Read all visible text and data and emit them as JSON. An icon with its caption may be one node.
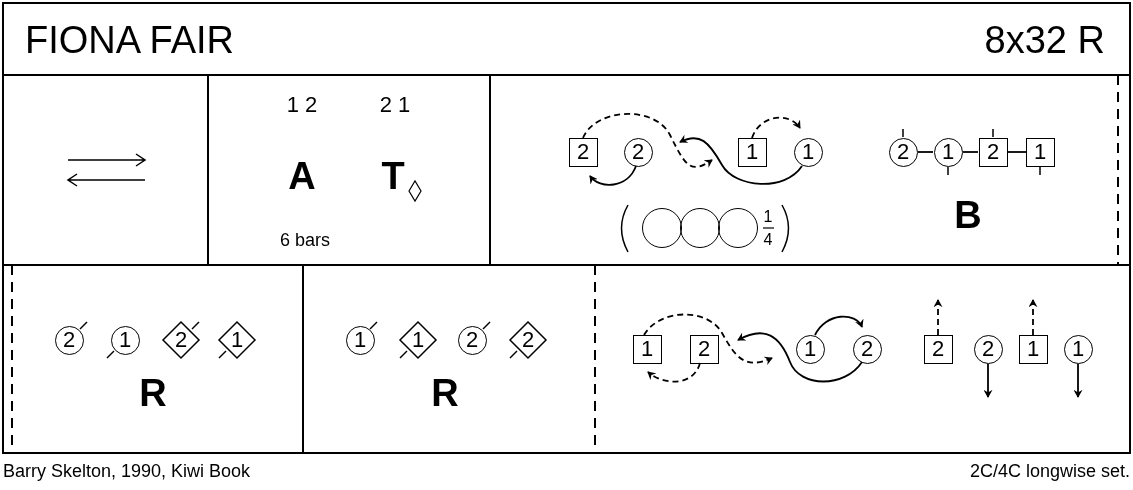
{
  "diagram": {
    "title": "FIONA FAIR",
    "nodes": [
      {
        "text": [
          "2"
        ]
      },
      {
        "text": [
          "2"
        ]
      },
      {
        "text": [
          "1"
        ]
      },
      {
        "text": [
          "1"
        ]
      },
      {
        "text": [],
        "shape": "circle"
      },
      {
        "text": [],
        "shape": "circle"
      },
      {
        "text": [],
        "shape": "circle"
      },
      {
        "text": [
          "2"
        ]
      },
      {
        "text": [
          "1"
        ]
      },
      {
        "text": [
          "2"
        ]
      },
      {
        "text": [
          "1"
        ]
      },
      {
        "text": [
          "2"
        ]
      },
      {
        "text": [
          "1"
        ]
      },
      {
        "text": [
          "2"
        ]
      },
      {
        "text": [
          "1"
        ]
      },
      {
        "text": [
          "1"
        ]
      },
      {
        "text": [
          "1"
        ]
      },
      {
        "text": [
          "2"
        ]
      },
      {
        "text": [
          "2"
        ]
      },
      {
        "text": [
          "1"
        ]
      },
      {
        "text": [
          "2"
        ]
      },
      {
        "text": [
          "1"
        ]
      },
      {
        "text": [
          "2"
        ]
      },
      {
        "text": [
          "2"
        ]
      },
      {
        "text": [
          "2"
        ]
      },
      {
        "text": [
          "1"
        ]
      },
      {
        "text": [
          "1"
        ]
      }
    ],
    "edges": [
      {
        "from": 0,
        "to": 2,
        "arrow": "to",
        "style": "dashed"
      },
      {
        "from": 1,
        "to": 0,
        "arrow": "to"
      },
      {
        "from": 2,
        "to": 3,
        "arrow": "to",
        "style": "dashed"
      },
      {
        "from": 3,
        "to": 1,
        "arrow": "to"
      },
      {
        "from": 7,
        "to": 8,
        "arrow": "none"
      },
      {
        "from": 8,
        "to": 9,
        "arrow": "none"
      },
      {
        "from": 9,
        "to": 10,
        "arrow": "none"
      },
      {
        "from": 19,
        "to": 21,
        "arrow": "to",
        "style": "dashed"
      },
      {
        "from": 20,
        "to": 19,
        "arrow": "to",
        "style": "dashed"
      },
      {
        "from": 21,
        "to": 22,
        "arrow": "to"
      },
      {
        "from": 22,
        "to": 20,
        "arrow": "to"
      },
      {
        "from": 23,
        "to": null,
        "arrow": "to",
        "style": "dashed"
      },
      {
        "from": 24,
        "to": null,
        "arrow": "to"
      },
      {
        "from": 25,
        "to": null,
        "arrow": "to",
        "style": "dashed"
      },
      {
        "from": 26,
        "to": null,
        "arrow": "to"
      }
    ],
    "labels": [
      "8x32 R",
      "1 2",
      "2 1",
      "A",
      "T",
      "6 bars",
      "1",
      "4",
      "B",
      "R",
      "R",
      "Barry Skelton, 1990, Kiwi Book",
      "2C/4C longwise set."
    ]
  }
}
